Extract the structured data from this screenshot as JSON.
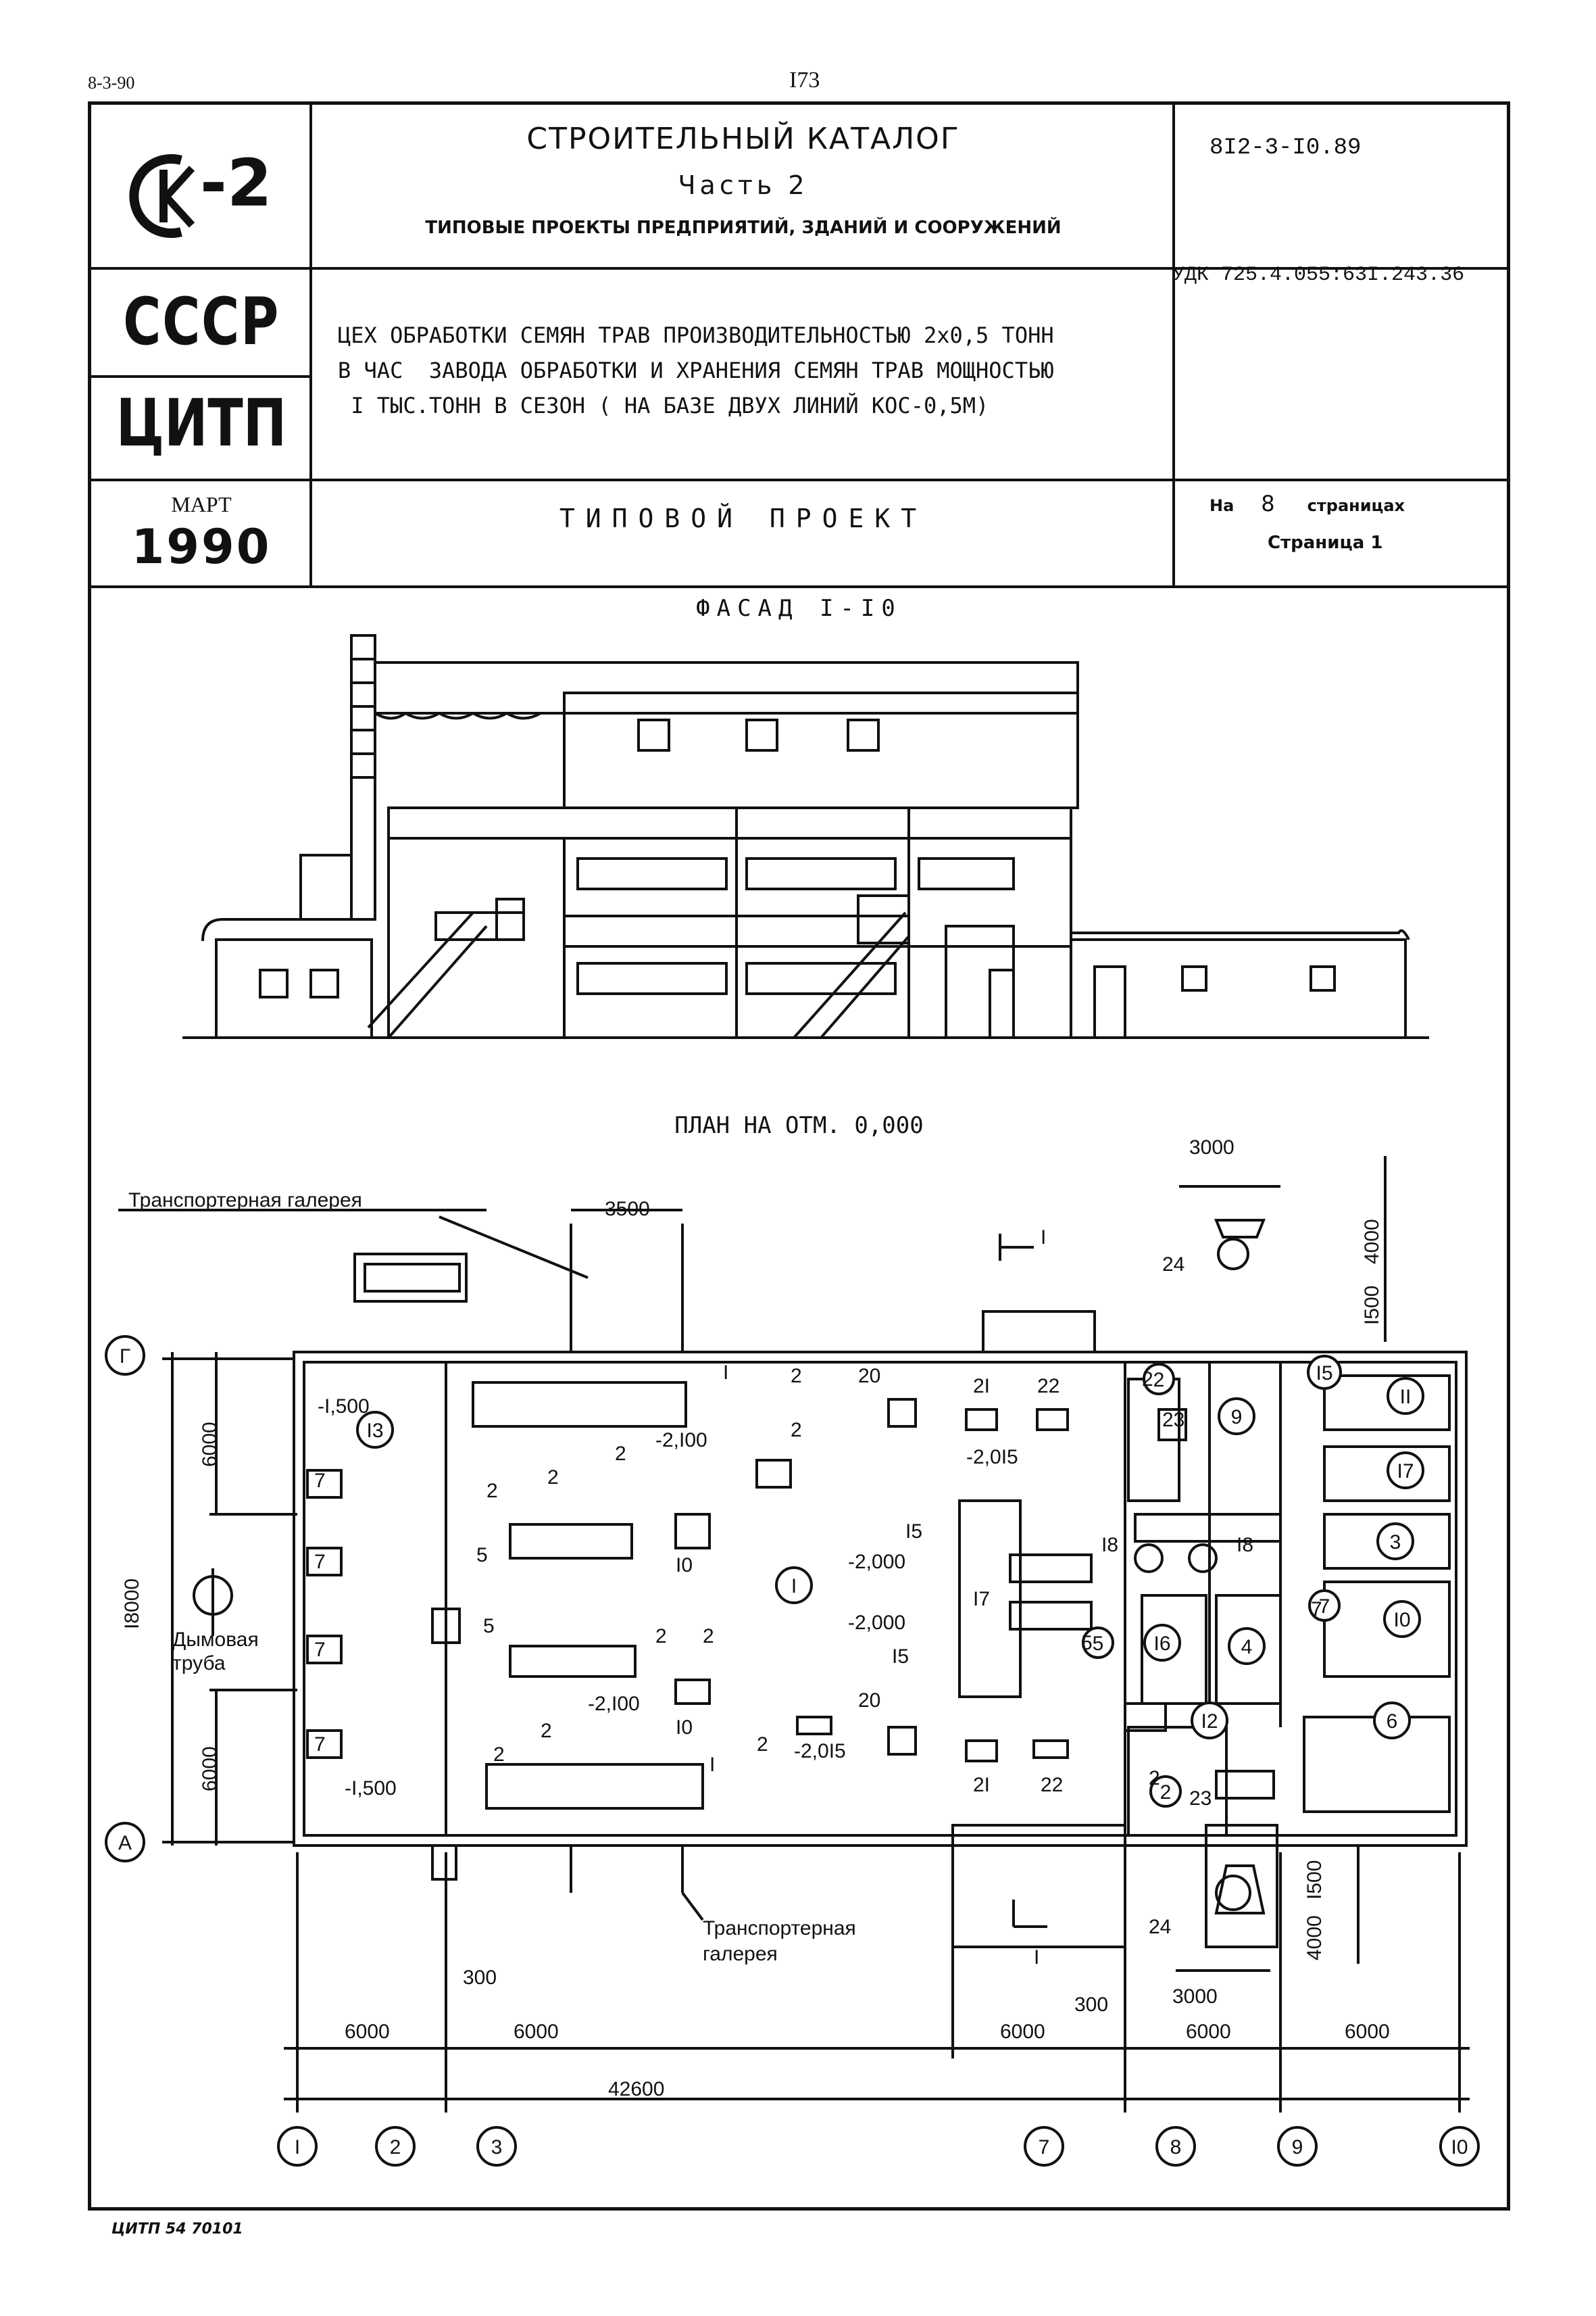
{
  "header": {
    "top_code": "8-3-90",
    "page_number": "I73",
    "logo_text": "-2",
    "country": "СССР",
    "org": "ЦИТП",
    "month": "МАРТ",
    "year": "1990",
    "catalog_title": "СТРОИТЕЛЬНЫЙ КАТАЛОГ",
    "catalog_part": "Часть 2",
    "catalog_subtitle": "ТИПОВЫЕ ПРОЕКТЫ ПРЕДПРИЯТИЙ, ЗДАНИЙ И СООРУЖЕНИЙ",
    "project_code": "8I2-3-I0.89",
    "udk": "УДК 725.4.055:63I.243.36",
    "description_lines": [
      "ЦЕХ ОБРАБОТКИ СЕМЯН ТРАВ ПРОИЗВОДИТЕЛЬНОСТЬЮ 2х0,5 ТОНН",
      "В ЧАС  ЗАВОДА ОБРАБОТКИ И ХРАНЕНИЯ СЕМЯН ТРАВ МОЩНОСТЬЮ",
      " I ТЫС.ТОНН В СЕЗОН ( НА БАЗЕ ДВУХ ЛИНИЙ КОС-0,5М)"
    ],
    "doc_type": "ТИПОВОЙ ПРОЕКТ",
    "pages_prefix": "На",
    "pages_count": "8",
    "pages_suffix": "страницах",
    "current_page": "Страница 1"
  },
  "drawings": {
    "facade_title": "ФАСАД I-I0",
    "plan_title": "ПЛАН НА ОТМ. 0,000"
  },
  "plan": {
    "gallery_top": "Транспортерная галерея",
    "gallery_bottom_1": "Транспортерная",
    "gallery_bottom_2": "галерея",
    "chimney_1": "Дымовая",
    "chimney_2": "труба",
    "dims": {
      "d3500": "3500",
      "d3000": "3000",
      "d4000": "4000",
      "d1500": "I500",
      "d6000": "6000",
      "d18000": "I8000",
      "d300": "300",
      "d42600": "42600"
    },
    "levels": [
      "-I,500",
      "-2,I00",
      "-2,0I5",
      "-2,000"
    ],
    "row_axes": [
      "Г",
      "А"
    ],
    "col_axes": [
      "I",
      "2",
      "3",
      "7",
      "8",
      "9",
      "I0"
    ],
    "section_mark": "I",
    "room_numbers": [
      "I3",
      "I",
      "9",
      "I5",
      "II",
      "I7",
      "3",
      "I0",
      "I6",
      "4",
      "I2",
      "6",
      "2",
      "5",
      "7",
      "I8"
    ],
    "equipment_labels": [
      "2",
      "7",
      "5",
      "I0",
      "20",
      "2I",
      "22",
      "23",
      "24",
      "I5",
      "I7",
      "I8"
    ]
  },
  "footer": {
    "code": "ЦИТП 54 70101"
  }
}
